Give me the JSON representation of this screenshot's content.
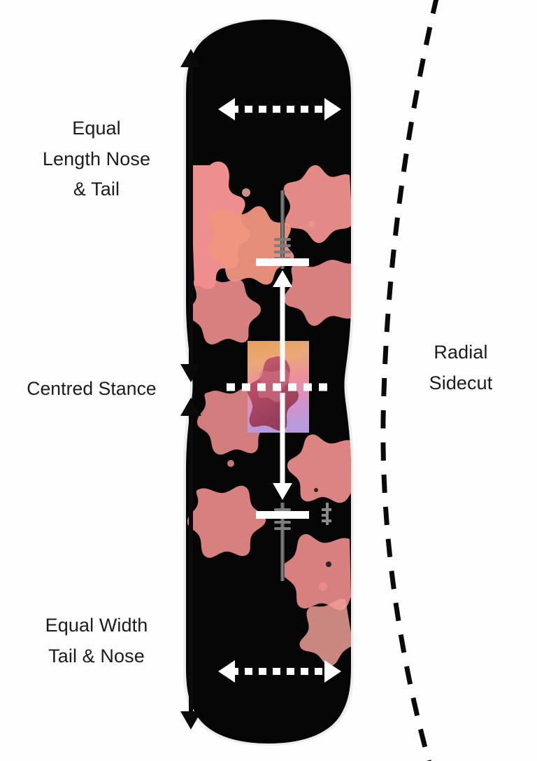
{
  "diagram": {
    "title": "Snowboard true twin shape diagram",
    "background_color": "#ffffff"
  },
  "labels": {
    "nose_tail": "Equal\nLength Nose\n& Tail",
    "centred_stance": "Centred Stance",
    "equal_width": "Equal Width\nTail & Nose",
    "radial_sidecut": "Radial\nSidecut"
  },
  "board": {
    "base_color": "#050505",
    "sidewall_color": "#e9e7e8",
    "graphic_pink": "#ef8e8e",
    "graphic_pink_light": "#f3a9b4",
    "center_gradient_top": "#e8a15e",
    "center_gradient_mid": "#e8899a",
    "center_gradient_bottom": "#b89ad8",
    "binding_bar_color": "#ffffff",
    "binding_rod_color": "#6f6f6f"
  },
  "annotations": {
    "measure_line_color": "#0a0a0a",
    "width_arrow_color": "#ffffff",
    "stance_arrow_color": "#ffffff",
    "center_line_color": "#ffffff",
    "sidecut_curve_color": "#0a0a0a",
    "sidecut_curve_style": "dashed"
  }
}
